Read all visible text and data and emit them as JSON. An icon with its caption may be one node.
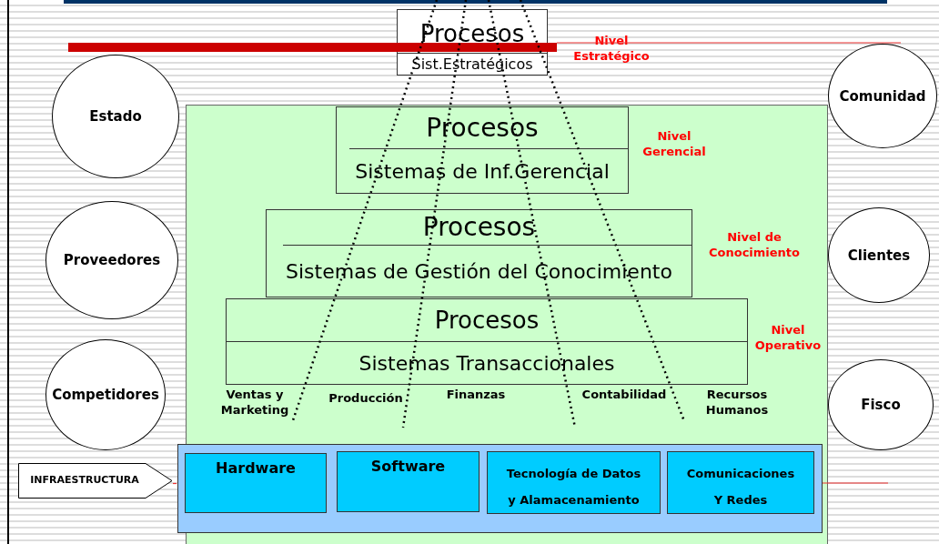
{
  "diagram": {
    "nodes": [
      {
        "text": [
          "Procesos",
          "Sist.Estratégicos"
        ],
        "beside": [
          "Nivel Estratégico"
        ]
      },
      {
        "text": [],
        "shape": "box"
      },
      {
        "text": [
          "Procesos",
          "Sistemas de Inf.Gerencial"
        ],
        "in": 1,
        "beside": [
          "Nivel Gerencial"
        ]
      },
      {
        "text": [
          "Procesos",
          "Sistemas de Gestión del Conocimiento"
        ],
        "in": 1,
        "beside": [
          "Nivel de Conocimiento"
        ]
      },
      {
        "text": [
          "Procesos",
          "Sistemas Transaccionales"
        ],
        "in": 1,
        "beside": [
          "Nivel Operativo"
        ]
      },
      {
        "text": [
          "Estado"
        ]
      },
      {
        "text": [
          "Comunidad"
        ]
      },
      {
        "text": [
          "Proveedores"
        ]
      },
      {
        "text": [
          "Clientes"
        ]
      },
      {
        "text": [
          "Competidores"
        ]
      },
      {
        "text": [
          "Fisco"
        ]
      },
      {
        "text": [
          "INFRAESTRUCTURA"
        ]
      },
      {
        "text": [],
        "shape": "box",
        "in": 1
      },
      {
        "text": [
          "Hardware"
        ],
        "in": 12
      },
      {
        "text": [
          "Software"
        ],
        "in": 12
      },
      {
        "text": [
          "Tecnología de Datos y Alamacenamiento"
        ],
        "in": 12
      },
      {
        "text": [
          "Comunicaciones Y Redes"
        ],
        "in": 12
      }
    ],
    "edges": [
      {
        "from": 11,
        "to": 12,
        "arrow": "none",
        "color": "#ee3333"
      }
    ],
    "labels": [
      "Ventas y Marketing",
      "Producción",
      "Finanzas",
      "Contabilidad",
      "Recursos Humanos"
    ]
  }
}
